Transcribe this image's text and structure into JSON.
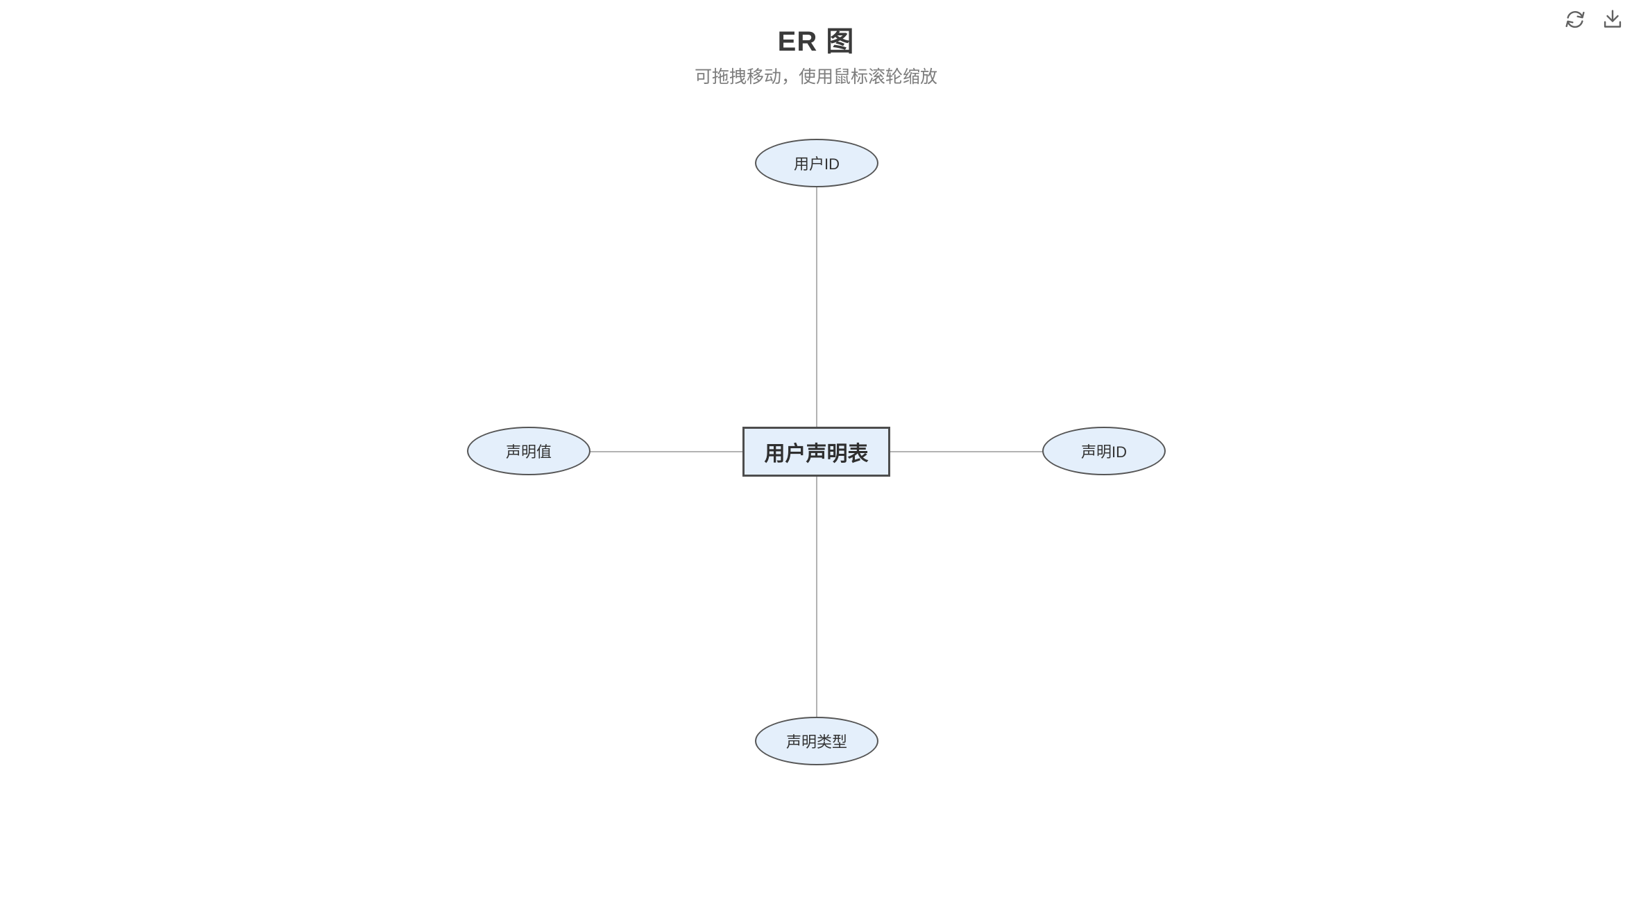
{
  "header": {
    "title": "ER 图",
    "subtitle": "可拖拽移动，使用鼠标滚轮缩放"
  },
  "toolbar": {
    "refresh_icon": "refresh-icon",
    "download_icon": "download-icon"
  },
  "diagram": {
    "entity": {
      "label": "用户声明表",
      "shape": "rectangle"
    },
    "attributes": [
      {
        "label": "用户ID",
        "position": "top",
        "shape": "ellipse"
      },
      {
        "label": "声明值",
        "position": "left",
        "shape": "ellipse"
      },
      {
        "label": "声明ID",
        "position": "right",
        "shape": "ellipse"
      },
      {
        "label": "声明类型",
        "position": "bottom",
        "shape": "ellipse"
      }
    ],
    "colors": {
      "node_fill": "#e4effb",
      "node_border": "#555555",
      "entity_border": "#4d4d4d",
      "connector": "#b3b3b3",
      "title_text": "#3a3a3a",
      "subtitle_text": "#7d7d7d",
      "node_text": "#333333",
      "icon": "#616161"
    }
  }
}
